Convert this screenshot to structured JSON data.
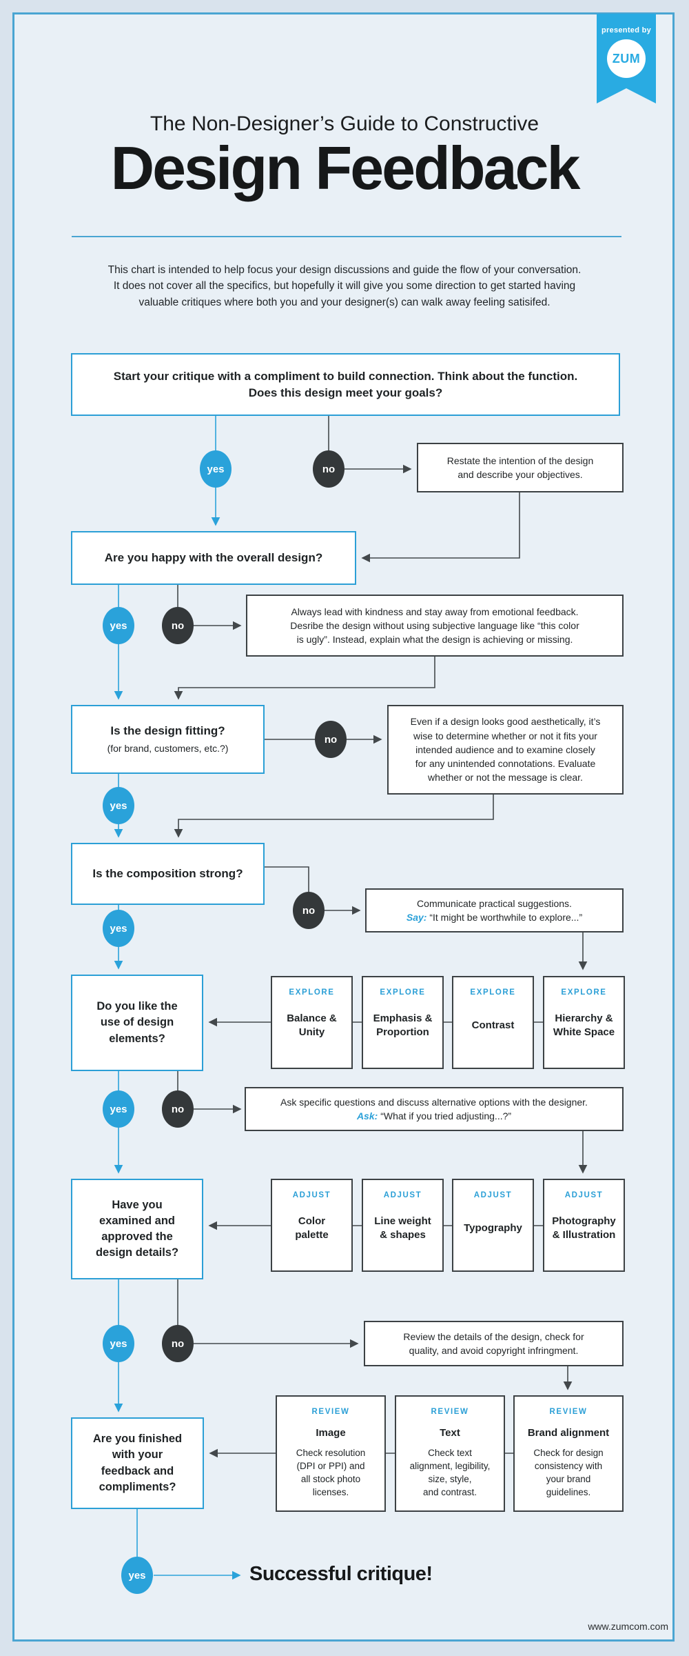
{
  "badge": {
    "presented_by": "presented by",
    "logo": "ZUM"
  },
  "header": {
    "title_line1": "The Non-Designer’s Guide to Constructive",
    "title_line2": "Design Feedback",
    "intro_lines": [
      "This chart is intended to help focus your design discussions and guide the flow of your conversation.",
      "It does not cover all the specifics, but hopefully it will give you some direction to get started having",
      "valuable critiques where both you and your designer(s) can walk away feeling satisifed."
    ]
  },
  "labels": {
    "yes": "yes",
    "no": "no"
  },
  "colors": {
    "accent": "#29a3db",
    "dark": "#34383a",
    "frame": "#4aa5d2"
  },
  "flow": {
    "start": {
      "lines": [
        "Start your critique with a compliment to build connection. Think about the function.",
        "Does this design meet your goals?"
      ]
    },
    "restate": {
      "lines": [
        "Restate the intention of the design",
        "and describe your objectives."
      ]
    },
    "overall": {
      "question": "Are you happy with the overall design?"
    },
    "kindness": {
      "lines": [
        "Always lead with kindness and stay away from emotional feedback.",
        "Desribe the design without using subjective language like “this color",
        "is ugly”. Instead, explain what the design is achieving or missing."
      ]
    },
    "fitting": {
      "question": "Is the design fitting?",
      "sub": "(for brand, customers, etc.?)"
    },
    "fitting_info": {
      "lines": [
        "Even if a design looks good aesthetically, it’s",
        "wise to determine whether or not it fits your",
        "intended audience and to examine closely",
        "for any unintended connotations. Evaluate",
        "whether or not the message is clear."
      ]
    },
    "composition": {
      "question": "Is the composition strong?"
    },
    "communicate": {
      "line1": "Communicate practical suggestions.",
      "say_label": "Say:",
      "say_text": "“It might be worthwhile to explore...”"
    },
    "elements": {
      "lines": [
        "Do you like the",
        "use of design",
        "elements?"
      ]
    },
    "explore": {
      "label": "EXPLORE",
      "items": [
        {
          "lines": [
            "Balance &",
            "Unity"
          ]
        },
        {
          "lines": [
            "Emphasis &",
            "Proportion"
          ]
        },
        {
          "lines": [
            "Contrast"
          ]
        },
        {
          "lines": [
            "Hierarchy &",
            "White Space"
          ]
        }
      ]
    },
    "ask": {
      "line1": "Ask specific questions and discuss alternative options with the designer.",
      "ask_label": "Ask:",
      "ask_text": "“What if you tried adjusting...?”"
    },
    "details": {
      "lines": [
        "Have you",
        "examined and",
        "approved the",
        "design details?"
      ]
    },
    "adjust": {
      "label": "ADJUST",
      "items": [
        {
          "lines": [
            "Color",
            "palette"
          ]
        },
        {
          "lines": [
            "Line weight",
            "& shapes"
          ]
        },
        {
          "lines": [
            "Typography"
          ]
        },
        {
          "lines": [
            "Photography",
            "& Illustration"
          ]
        }
      ]
    },
    "review_note": {
      "lines": [
        "Review the details of the design, check for",
        "quality, and avoid copyright infringment."
      ]
    },
    "finished": {
      "lines": [
        "Are you finished",
        "with your",
        "feedback and",
        "compliments?"
      ]
    },
    "review": {
      "label": "REVIEW",
      "items": [
        {
          "title": "Image",
          "lines": [
            "Check resolution",
            "(DPI or PPI) and",
            "all stock photo",
            "licenses."
          ]
        },
        {
          "title": "Text",
          "lines": [
            "Check text",
            "alignment, legibility,",
            "size, style,",
            "and contrast."
          ]
        },
        {
          "title": "Brand alignment",
          "lines": [
            "Check for design",
            "consistency with",
            "your brand",
            "guidelines."
          ]
        }
      ]
    },
    "success": "Successful critique!"
  },
  "footer": {
    "url": "www.zumcom.com"
  }
}
